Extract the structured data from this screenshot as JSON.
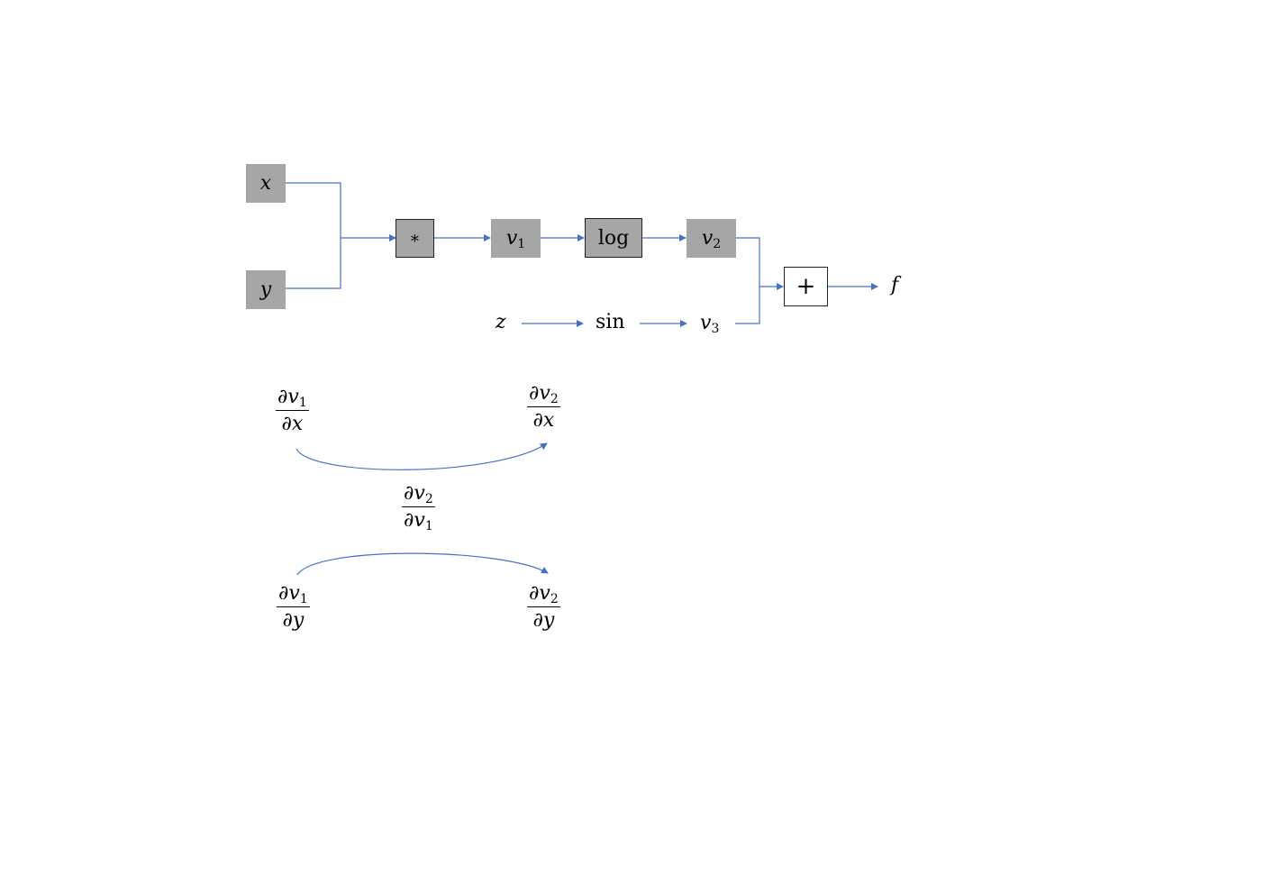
{
  "nodes": {
    "x": "x",
    "y": "y",
    "mul": "∗",
    "v1": "v",
    "v1_sub": "1",
    "log": "log",
    "v2": "v",
    "v2_sub": "2",
    "plus": "+",
    "f": "f",
    "z": "z",
    "sin": "sin",
    "v3": "v",
    "v3_sub": "3"
  },
  "derivatives": {
    "dv1_dx": {
      "num": "∂v",
      "num_sub": "1",
      "den": "∂x"
    },
    "dv2_dx": {
      "num": "∂v",
      "num_sub": "2",
      "den": "∂x"
    },
    "dv2_dv1": {
      "num": "∂v",
      "num_sub": "2",
      "den": "∂v",
      "den_sub": "1"
    },
    "dv1_dy": {
      "num": "∂v",
      "num_sub": "1",
      "den": "∂y"
    },
    "dv2_dy": {
      "num": "∂v",
      "num_sub": "2",
      "den": "∂y"
    }
  },
  "colors": {
    "edge": "#4472c4",
    "node_fill": "#a6a6a6"
  }
}
